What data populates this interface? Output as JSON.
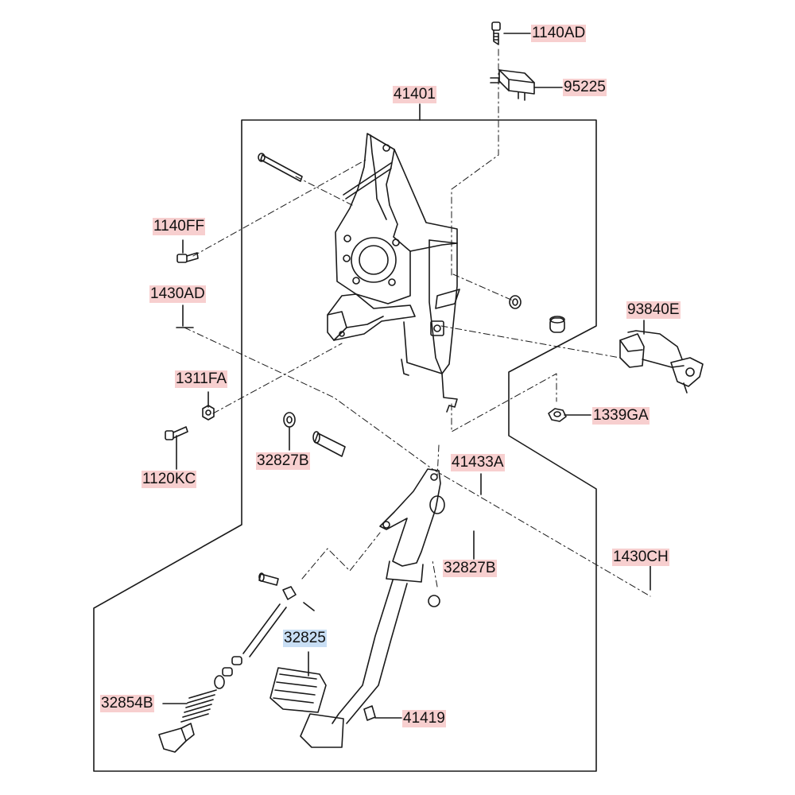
{
  "diagram": {
    "highlight_colors": {
      "part": "#f7cfcf",
      "selected": "#c8def4"
    },
    "parts": [
      {
        "id": "p_1140AD",
        "number": "1140AD",
        "highlight": "part"
      },
      {
        "id": "p_95225",
        "number": "95225",
        "highlight": "part"
      },
      {
        "id": "p_41401",
        "number": "41401",
        "highlight": "part"
      },
      {
        "id": "p_1140FF",
        "number": "1140FF",
        "highlight": "part"
      },
      {
        "id": "p_1430AD",
        "number": "1430AD",
        "highlight": "part"
      },
      {
        "id": "p_93840E",
        "number": "93840E",
        "highlight": "part"
      },
      {
        "id": "p_1311FA",
        "number": "1311FA",
        "highlight": "part"
      },
      {
        "id": "p_1339GA",
        "number": "1339GA",
        "highlight": "part"
      },
      {
        "id": "p_32827B_a",
        "number": "32827B",
        "highlight": "part"
      },
      {
        "id": "p_41433A",
        "number": "41433A",
        "highlight": "part"
      },
      {
        "id": "p_1120KC",
        "number": "1120KC",
        "highlight": "part"
      },
      {
        "id": "p_32827B_b",
        "number": "32827B",
        "highlight": "part"
      },
      {
        "id": "p_1430CH",
        "number": "1430CH",
        "highlight": "part"
      },
      {
        "id": "p_32825",
        "number": "32825",
        "highlight": "selected"
      },
      {
        "id": "p_32854B",
        "number": "32854B",
        "highlight": "part"
      },
      {
        "id": "p_41419",
        "number": "41419",
        "highlight": "part"
      }
    ]
  }
}
